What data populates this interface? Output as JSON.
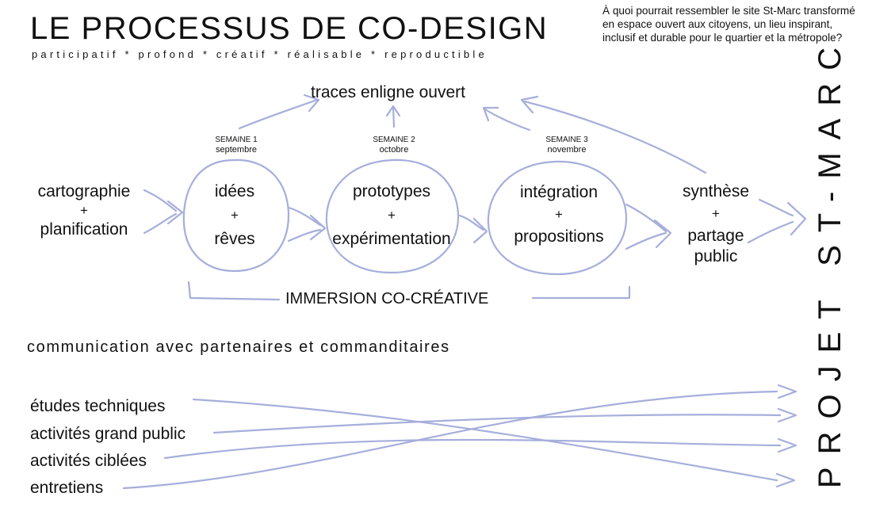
{
  "header": {
    "title": "LE PROCESSUS DE CO-DESIGN",
    "subtitle": "participatif * profond * créatif * réalisable * reproductible",
    "question": "À quoi pourrait ressembler le site St-Marc transformé en espace ouvert aux citoyens, un lieu inspirant, inclusif et durable pour le quartier et la métropole?"
  },
  "top_node": "traces enligne ouvert",
  "left_node": {
    "line1": "cartographie",
    "plus": "+",
    "line2": "planification"
  },
  "weeks": [
    {
      "week": "SEMAINE 1",
      "month": "septembre",
      "line1": "idées",
      "plus": "+",
      "line2": "rêves"
    },
    {
      "week": "SEMAINE 2",
      "month": "octobre",
      "line1": "prototypes",
      "plus": "+",
      "line2": "expérimentation"
    },
    {
      "week": "SEMAINE 3",
      "month": "novembre",
      "line1": "intégration",
      "plus": "+",
      "line2": "propositions"
    }
  ],
  "right_node": {
    "line1": "synthèse",
    "plus": "+",
    "line2": "partage",
    "line3": "public"
  },
  "immersion": "IMMERSION CO-CRÉATIVE",
  "communication": "communication avec partenaires et commanditaires",
  "lanes": [
    "études techniques",
    "activités grand public",
    "activités ciblées",
    "entretiens"
  ],
  "project": "PROJET ST-MARC",
  "colors": {
    "ink": "#a6aedb",
    "text": "#111111",
    "background": "#ffffff"
  }
}
